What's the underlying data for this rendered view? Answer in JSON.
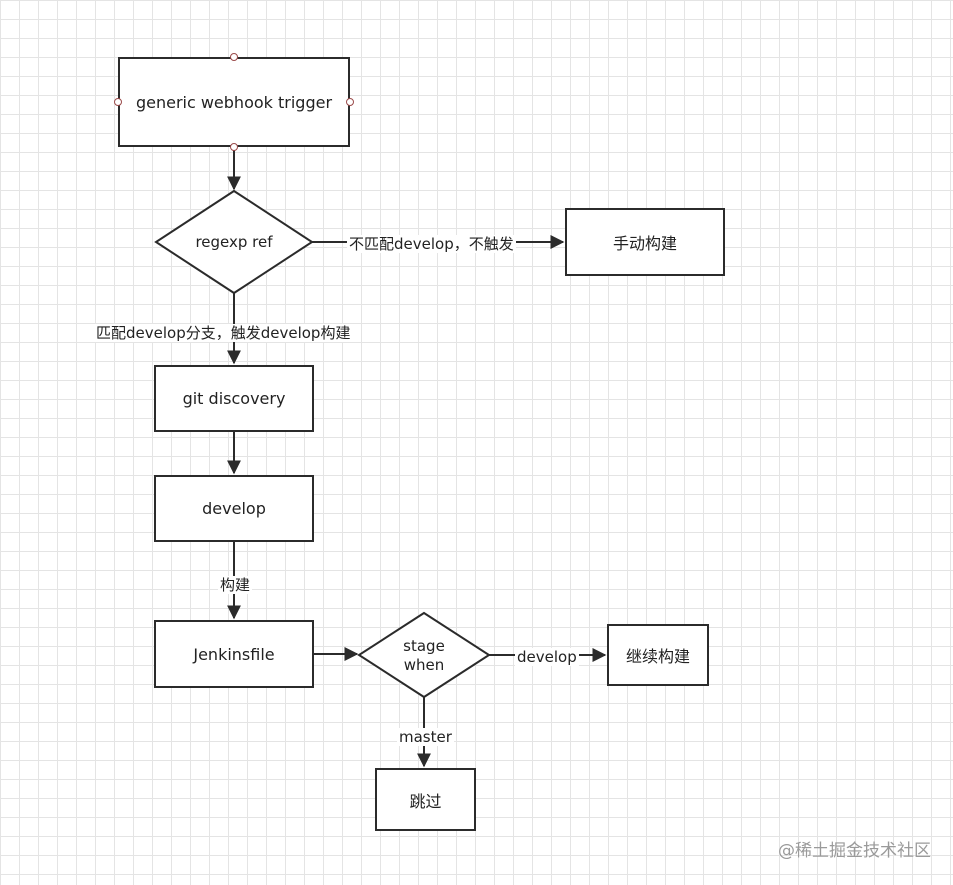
{
  "nodes": {
    "webhook": "generic webhook trigger",
    "regexp": "regexp ref",
    "manual": "手动构建",
    "git_discovery": "git discovery",
    "develop": "develop",
    "jenkinsfile": "Jenkinsfile",
    "stage_line1": "stage",
    "stage_line2": "when",
    "continue": "继续构建",
    "skip": "跳过"
  },
  "edges": {
    "no_match": "不匹配develop，不触发",
    "match": "匹配develop分支，触发develop构建",
    "build": "构建",
    "develop_branch": "develop",
    "master_branch": "master"
  },
  "watermark": "@稀土掘金技术社区",
  "colors": {
    "stroke": "#2b2b2b",
    "grid": "#e4e4e4",
    "handle": "#9a4a4a"
  }
}
